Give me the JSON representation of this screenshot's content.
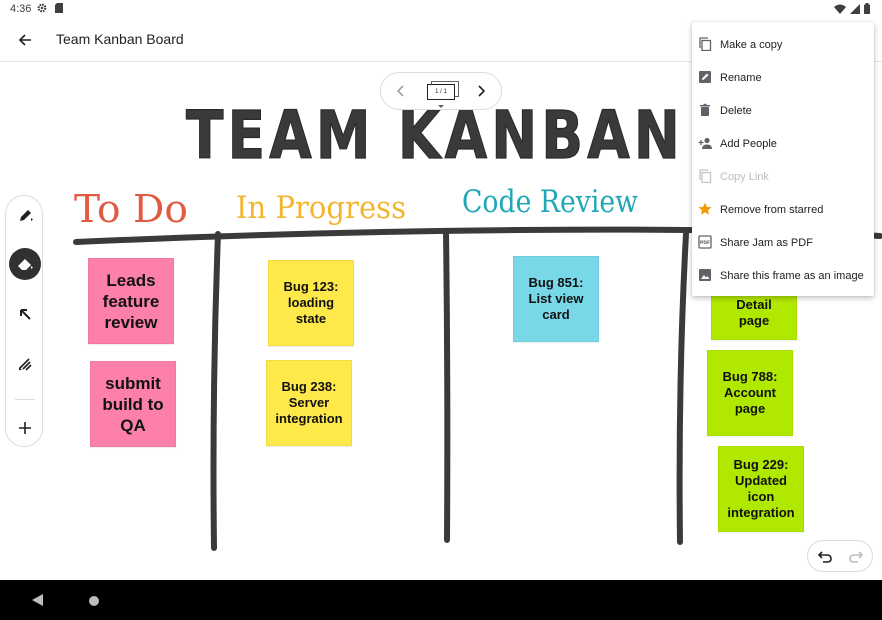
{
  "status_bar": {
    "time": "4:36"
  },
  "app_bar": {
    "title": "Team Kanban Board"
  },
  "frame_nav": {
    "indicator": "1 / 1"
  },
  "board": {
    "title": "TEAM KANBAN",
    "columns": [
      {
        "label": "To Do",
        "color": "#e35a43"
      },
      {
        "label": "In Progress",
        "color": "#f2b530"
      },
      {
        "label": "Code Review",
        "color": "#1fa7b8"
      }
    ]
  },
  "notes": {
    "todo_1": "Leads\nfeature\nreview",
    "todo_2": "submit\nbuild to\nQA",
    "progress_1": "Bug 123:\nloading\nstate",
    "progress_2": "Bug 238:\nServer\nintegration",
    "review_1": "Bug 851:\nList view\ncard",
    "done_1": "Detail\npage",
    "done_2": "Bug 788:\nAccount\npage",
    "done_3": "Bug 229:\nUpdated\nicon\nintegration"
  },
  "colors": {
    "note_pink": "#fc80a9",
    "note_yellow": "#fee84a",
    "note_blue": "#78d8e8",
    "note_green": "#b1e800",
    "star": "#f29900"
  },
  "menu": {
    "items": [
      {
        "label": "Make a copy",
        "icon": "copy-icon",
        "enabled": true
      },
      {
        "label": "Rename",
        "icon": "rename-icon",
        "enabled": true
      },
      {
        "label": "Delete",
        "icon": "trash-icon",
        "enabled": true
      },
      {
        "label": "Add People",
        "icon": "add-person-icon",
        "enabled": true
      },
      {
        "label": "Copy Link",
        "icon": "copy-icon",
        "enabled": false
      },
      {
        "label": "Remove from starred",
        "icon": "star-icon",
        "enabled": true
      },
      {
        "label": "Share Jam as PDF",
        "icon": "pdf-icon",
        "enabled": true
      },
      {
        "label": "Share this frame as an image",
        "icon": "image-icon",
        "enabled": true
      }
    ]
  }
}
